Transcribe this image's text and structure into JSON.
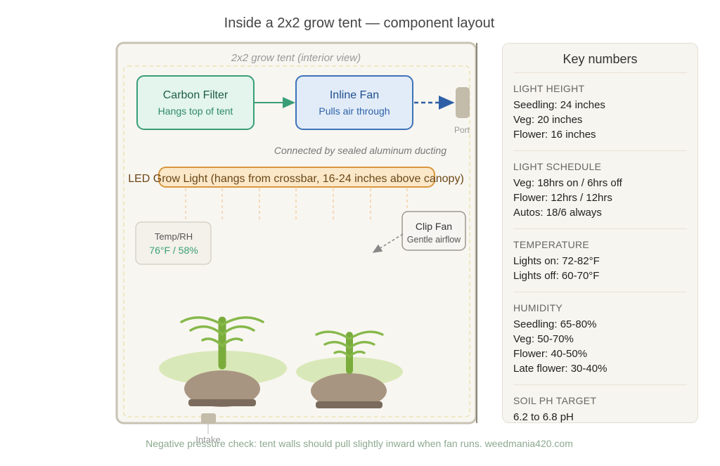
{
  "title": "Inside a 2x2 grow tent — component layout",
  "tent": {
    "label": "2x2 grow tent (interior view)",
    "carbon_filter": {
      "title": "Carbon Filter",
      "subtitle": "Hangs top of tent"
    },
    "inline_fan": {
      "title": "Inline Fan",
      "subtitle": "Pulls air through"
    },
    "port_label": "Port",
    "ducting_note": "Connected by sealed aluminum ducting",
    "led_light": "LED Grow Light (hangs from crossbar, 16-24 inches above canopy)",
    "temp_rh": {
      "title": "Temp/RH",
      "value": "76°F / 58%"
    },
    "clip_fan": {
      "title": "Clip Fan",
      "subtitle": "Gentle airflow"
    },
    "intake_label": "Intake"
  },
  "footer": "Negative pressure check: tent walls should pull slightly inward when fan runs. weedmania420.com",
  "panel": {
    "title": "Key numbers",
    "sections": [
      {
        "title": "Light height",
        "lines": [
          "Seedling: 24 inches",
          "Veg: 20 inches",
          "Flower: 16 inches"
        ]
      },
      {
        "title": "Light schedule",
        "lines": [
          "Veg: 18hrs on / 6hrs off",
          "Flower: 12hrs / 12hrs",
          "Autos: 18/6 always"
        ]
      },
      {
        "title": "Temperature",
        "lines": [
          "Lights on: 72-82°F",
          "Lights off: 60-70°F"
        ]
      },
      {
        "title": "Humidity",
        "lines": [
          "Seedling: 65-80%",
          "Veg: 50-70%",
          "Flower: 40-50%",
          "Late flower: 30-40%"
        ]
      },
      {
        "title": "Soil pH target",
        "lines": [
          "6.2 to 6.8 pH"
        ]
      }
    ]
  },
  "colors": {
    "filter_green": "#3a9e78",
    "fan_blue": "#3d73b8",
    "led_orange": "#d9973e",
    "leaf_green": "#7aac3c",
    "pot_brown": "#a89581",
    "tent_border": "#c8c3b4"
  }
}
